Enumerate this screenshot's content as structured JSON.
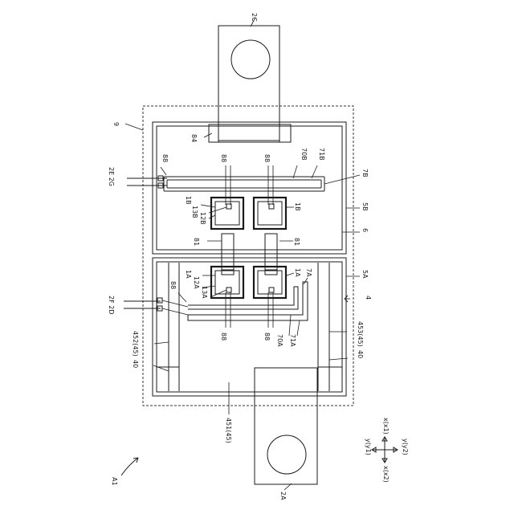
{
  "figure_label": "A1",
  "labels": {
    "l2C": "2C",
    "l9": "9",
    "l84": "84",
    "l88_tl": "88",
    "l88_t1": "88",
    "l88_t2": "88",
    "l70B": "70B",
    "l71B": "71B",
    "l7B": "7B",
    "l2E2G": "2E 2G",
    "l1B_left": "1B",
    "l13B": "13B",
    "l12B": "12B",
    "l1B_right": "1B",
    "l5B": "5B",
    "l81_left": "81",
    "l81_right": "81",
    "l6": "6",
    "l1A_left": "1A",
    "l12A": "12A",
    "l13A": "13A",
    "l1A_right": "1A",
    "l7A": "7A",
    "l5A": "5A",
    "l2F2D": "2F 2D",
    "l88_ml": "88",
    "l4": "4",
    "l452": "452(45)",
    "l453": "453(45)",
    "l88_b1": "88",
    "l88_b2": "88",
    "l70A": "70A",
    "l71A": "71A",
    "l40_left": "40",
    "l40_right": "40",
    "l451": "451(45)",
    "l2A": "2A"
  },
  "axes": {
    "y_y1": "y(y1)",
    "x_x1": "x(x1)",
    "x_x2": "x(x2)",
    "y_y2": "y(y2)"
  }
}
